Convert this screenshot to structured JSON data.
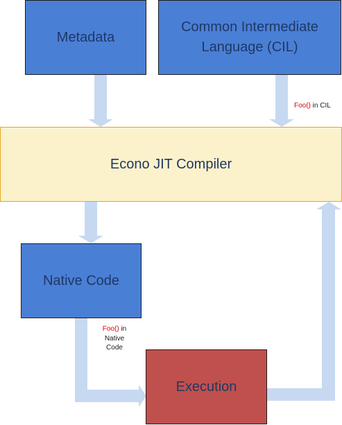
{
  "diagram": {
    "nodes": {
      "metadata": "Metadata",
      "cil_line1": "Common Intermediate",
      "cil_line2": "Language (CIL)",
      "compiler": "Econo JIT Compiler",
      "native": "Native Code",
      "execution": "Execution"
    },
    "annotations": {
      "cil_fn": "Foo()",
      "cil_rest": " in CIL",
      "native_fn": "Foo()",
      "native_rest": " in",
      "native_line2": "Native",
      "native_line3": "Code"
    },
    "colors": {
      "blue_box": "#4a7fd6",
      "compiler_fill": "#fbf2cc",
      "compiler_border": "#e6a422",
      "execution_fill": "#c0504d",
      "arrow": "#c6d9f1",
      "text": "#1f3864",
      "highlight": "#e00000"
    }
  }
}
